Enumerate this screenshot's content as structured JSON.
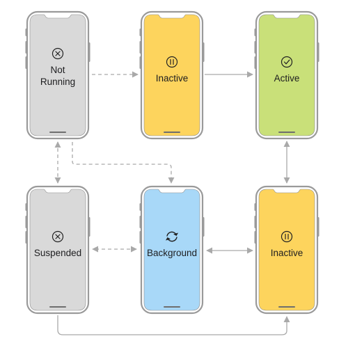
{
  "diagram": {
    "title": "",
    "nodes": [
      {
        "id": "not-running",
        "lines": [
          "Not",
          "Running"
        ],
        "icon": "x-circle-icon",
        "color": "#d9d9d9"
      },
      {
        "id": "inactive-top",
        "lines": [
          "Inactive"
        ],
        "icon": "pause-circle-icon",
        "color": "#fdd45d"
      },
      {
        "id": "active",
        "lines": [
          "Active"
        ],
        "icon": "check-circle-icon",
        "color": "#c9e079"
      },
      {
        "id": "suspended",
        "lines": [
          "Suspended"
        ],
        "icon": "x-circle-icon",
        "color": "#d9d9d9"
      },
      {
        "id": "background",
        "lines": [
          "Background"
        ],
        "icon": "refresh-icon",
        "color": "#a8d8f8"
      },
      {
        "id": "inactive-bottom",
        "lines": [
          "Inactive"
        ],
        "icon": "pause-circle-icon",
        "color": "#fdd45d"
      }
    ],
    "edges": [
      {
        "from": "not-running",
        "to": "inactive-top",
        "style": "dashed",
        "direction": "forward"
      },
      {
        "from": "inactive-top",
        "to": "active",
        "style": "solid",
        "direction": "forward"
      },
      {
        "from": "active",
        "to": "inactive-bottom",
        "style": "solid",
        "direction": "both"
      },
      {
        "from": "inactive-bottom",
        "to": "background",
        "style": "solid",
        "direction": "both"
      },
      {
        "from": "background",
        "to": "suspended",
        "style": "dashed",
        "direction": "both"
      },
      {
        "from": "suspended",
        "to": "not-running",
        "style": "dashed",
        "direction": "both"
      },
      {
        "from": "not-running",
        "to": "background",
        "style": "dashed",
        "direction": "forward"
      },
      {
        "from": "suspended",
        "to": "inactive-bottom",
        "style": "solid",
        "direction": "forward"
      }
    ],
    "colors": {
      "frame": "#9a9a9a",
      "arrow": "#a9a9a9",
      "icon": "#222222",
      "text": "#1d1d1f"
    }
  }
}
